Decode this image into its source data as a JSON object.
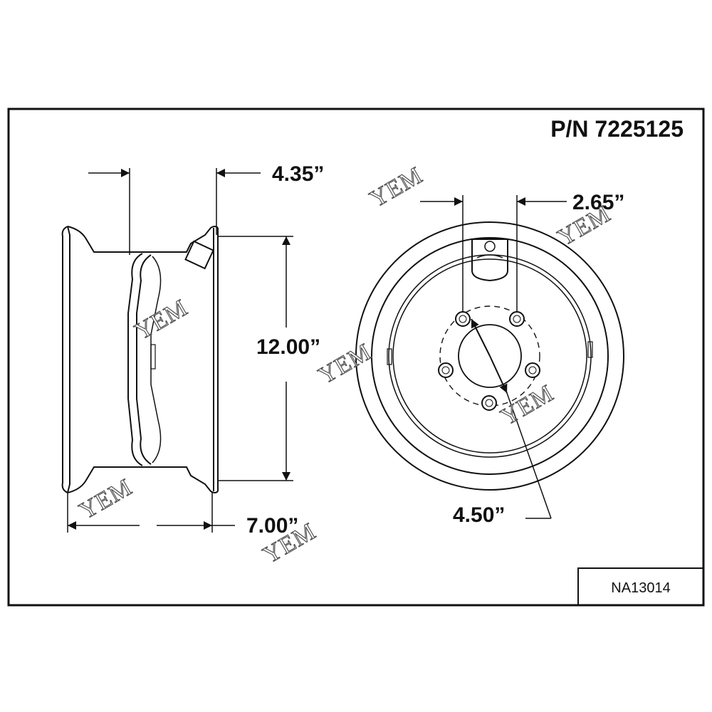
{
  "part_number": "P/N 7225125",
  "drawing_code": "NA13014",
  "dimensions": {
    "offset": "4.35”",
    "diameter": "12.00”",
    "width": "7.00”",
    "bolt_spacing": "2.65”",
    "bolt_circle": "4.50”"
  },
  "watermark": "YEM",
  "colors": {
    "line": "#111111",
    "background": "#ffffff",
    "watermark_outline": "#555555"
  }
}
